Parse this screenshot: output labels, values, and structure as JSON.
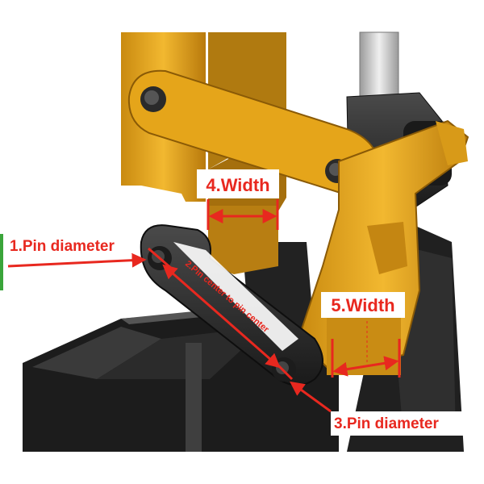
{
  "labels": {
    "pin_diameter_1": "1.Pin diameter",
    "pin_center": "2.Pin center to pin center",
    "pin_diameter_3": "3.Pin diameter",
    "width_4": "4.Width",
    "width_5": "5.Width"
  },
  "colors": {
    "annotation": "#e8281f",
    "yellow_arm": "#e8a81c",
    "dark_link": "#2b2b2b",
    "bucket": "#1e1e1e",
    "cylinder_rod": "#c9c9c9"
  }
}
